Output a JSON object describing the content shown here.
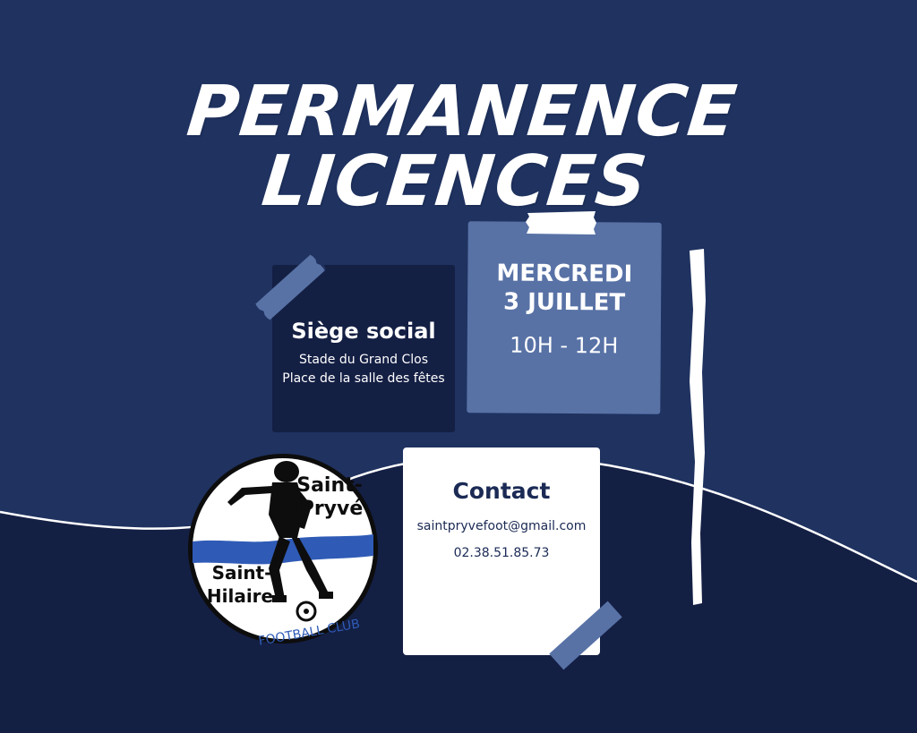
{
  "title": "PERMANENCE LICENCES",
  "siege": {
    "heading": "Siège social",
    "line1": "Stade du Grand Clos",
    "line2": "Place de la salle des fêtes"
  },
  "date": {
    "day": "MERCREDI",
    "date": "3 JUILLET",
    "hours": "10H - 12H"
  },
  "contact": {
    "heading": "Contact",
    "email": "saintpryvefoot@gmail.com",
    "phone": "02.38.51.85.73"
  },
  "logo": {
    "line1": "Saint-",
    "line2": "Pryvé",
    "line3": "Saint-",
    "line4": "Hilaire",
    "club": "FOOTBALL CLUB"
  },
  "colors": {
    "background_top": "#1f3260",
    "background_bottom": "#141f44",
    "accent_blue": "#5872a6",
    "white": "#ffffff"
  }
}
